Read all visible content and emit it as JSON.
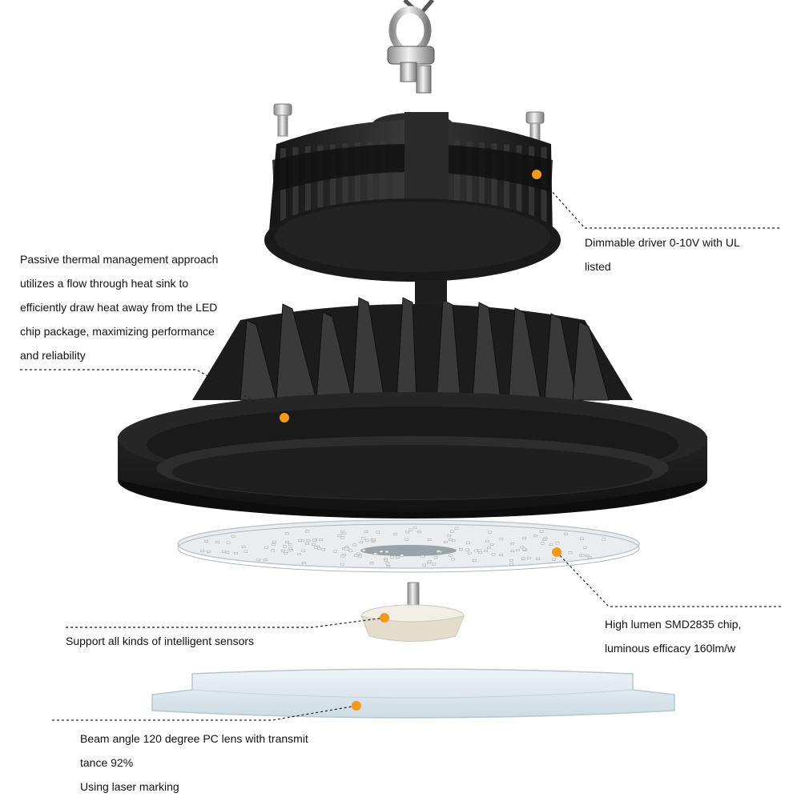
{
  "colors": {
    "body": "#1f1f1f",
    "body_dark": "#111111",
    "body_mid": "#2c2c2c",
    "fin": "#3a3a3a",
    "metal": "#c9c9c9",
    "board": "#eef2f5",
    "lens": "#dfe9ef",
    "sensor": "#ece7db",
    "marker": "#f39a1a",
    "leader": "#222222"
  },
  "callouts": {
    "driver": {
      "lines": [
        "Dimmable driver 0-10V with UL",
        "listed"
      ]
    },
    "thermal": {
      "lines": [
        "Passive thermal management approach",
        "utilizes a flow through heat sink to",
        "efficiently draw heat away from the LED",
        "chip package, maximizing performance",
        "and reliability"
      ]
    },
    "chip": {
      "lines": [
        "High lumen SMD2835 chip,",
        "luminous efficacy 160lm/w"
      ]
    },
    "sensor": {
      "lines": [
        "Support all kinds of intelligent sensors"
      ]
    },
    "lens": {
      "lines": [
        "Beam angle 120 degree PC lens with transmit",
        "tance 92%",
        "Using laser marking"
      ]
    }
  },
  "icons": {
    "hook": "ring-hook-icon",
    "screw": "screw-icon",
    "marker": "marker-dot-icon"
  }
}
